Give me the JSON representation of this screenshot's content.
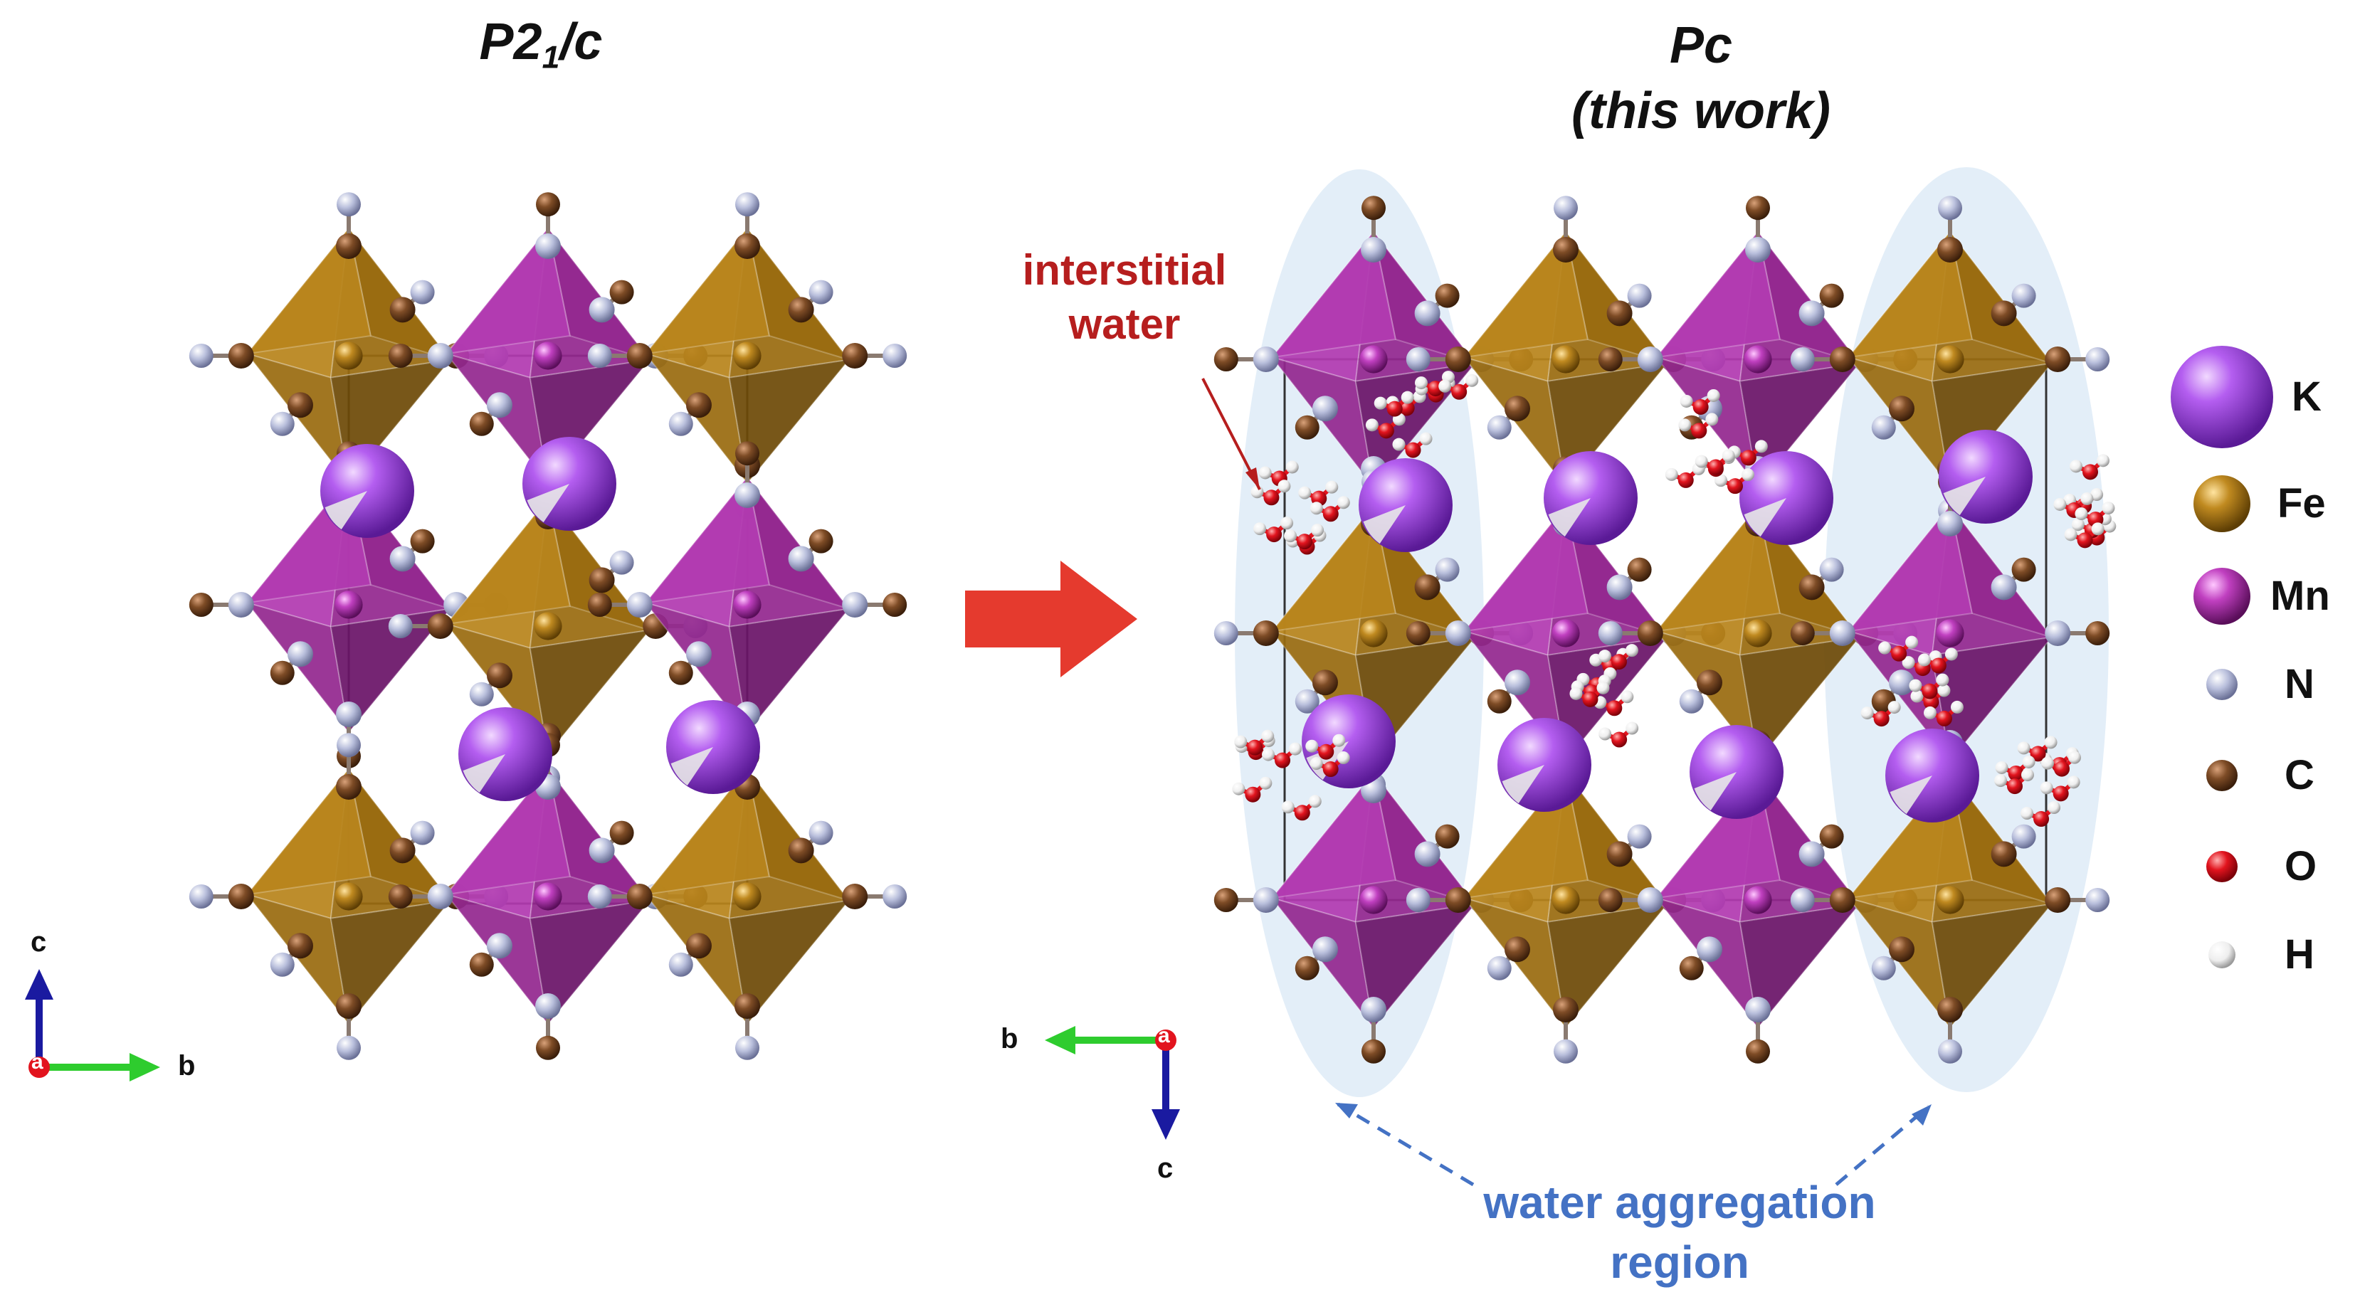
{
  "colors": {
    "K": "#9a3fd8",
    "Fe": "#b07a14",
    "Mn": "#a0309e",
    "N": "#aab0d0",
    "C": "#7a4a26",
    "O": "#e2141e",
    "H": "#f2f2f2",
    "arrow": "#e53a2e",
    "interstitial_label": "#b61e1e",
    "region_label": "#4472c4",
    "region_fill": "#e3eef8"
  },
  "panels": {
    "left": {
      "title_main": "P2",
      "title_sub": "1",
      "title_tail": "/c",
      "axes": {
        "up": "c",
        "right": "b",
        "origin": "a"
      }
    },
    "right": {
      "title_line1": "Pc",
      "title_line2": "(this work)",
      "axes": {
        "left": "b",
        "down": "c",
        "origin": "a"
      }
    }
  },
  "annotations": {
    "interstitial_line1": "interstitial",
    "interstitial_line2": "water",
    "region_line1": "water aggregation",
    "region_line2": "region"
  },
  "legend": [
    {
      "symbol": "K",
      "label": "K"
    },
    {
      "symbol": "Fe",
      "label": "Fe"
    },
    {
      "symbol": "Mn",
      "label": "Mn"
    },
    {
      "symbol": "N",
      "label": "N"
    },
    {
      "symbol": "C",
      "label": "C"
    },
    {
      "symbol": "O",
      "label": "O"
    },
    {
      "symbol": "H",
      "label": "H"
    }
  ]
}
